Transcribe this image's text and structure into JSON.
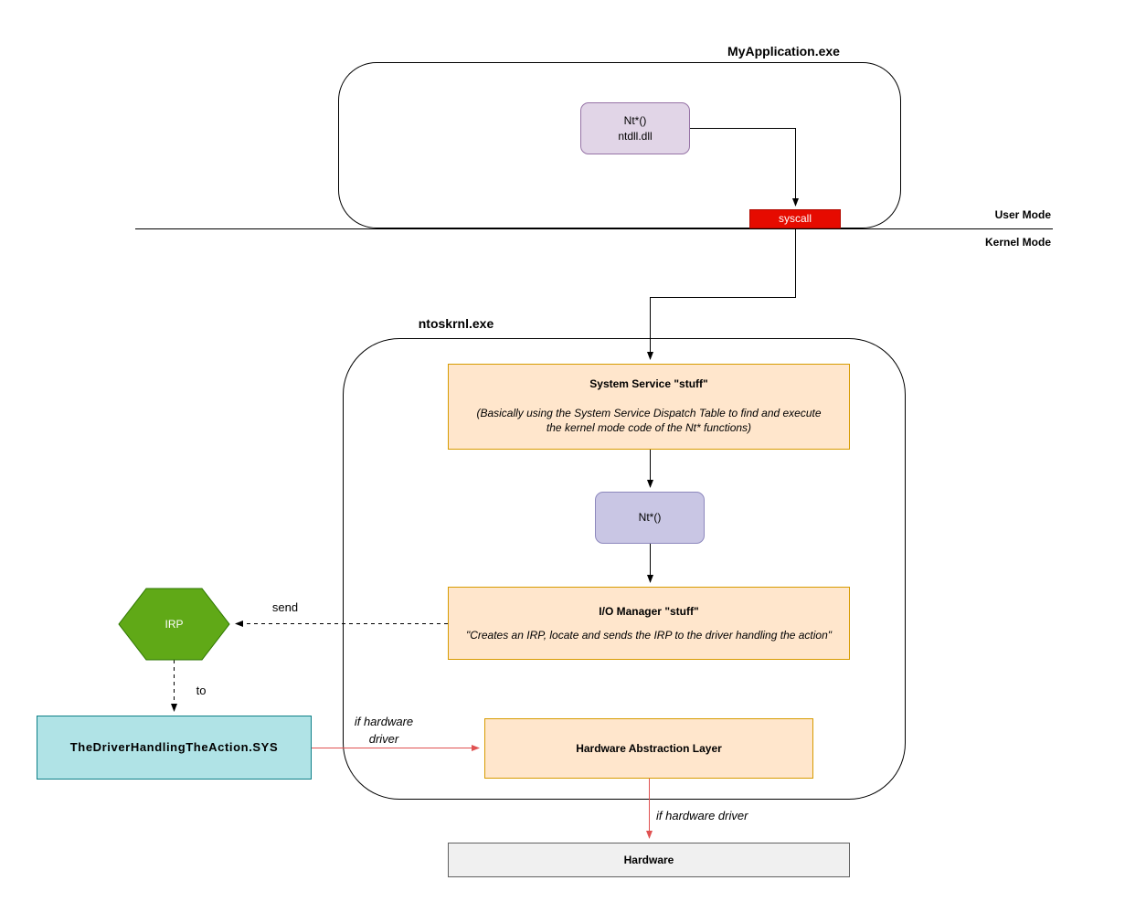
{
  "colors": {
    "orange_fill": "#ffe6cc",
    "orange_border": "#d79b00",
    "purple_fill": "#e1d5e7",
    "purple_border": "#9673a6",
    "lavender_fill": "#c9c6e4",
    "lavender_border": "#8d88bd",
    "syscall_red": "#e60b00",
    "green_fill": "#60a917",
    "green_border": "#2d7600",
    "cyan_fill": "#b0e3e6",
    "cyan_border": "#0e8088",
    "hardware_fill": "#f0f0f0",
    "arrow_black": "#000000",
    "arrow_red": "#e05252"
  },
  "labels": {
    "my_application": "MyApplication.exe",
    "user_mode": "User Mode",
    "kernel_mode": "Kernel Mode",
    "ntoskrnl": "ntoskrnl.exe",
    "send": "send",
    "to": "to",
    "if_hw_line1": "if  hardware",
    "if_hw_line2": "driver",
    "if_hw_full": "if  hardware driver"
  },
  "nodes": {
    "ntdll": {
      "line1": "Nt*()",
      "line2": "ntdll.dll"
    },
    "syscall": {
      "label": "syscall"
    },
    "system_service": {
      "title": "System Service \"stuff\"",
      "body": "(Basically using the System Service Dispatch Table to find and execute the kernel mode code of the Nt* functions)"
    },
    "nt_kernel": {
      "label": "Nt*()"
    },
    "io_manager": {
      "title": "I/O Manager \"stuff\"",
      "body": "\"Creates an IRP, locate and sends the IRP to the driver handling the action\""
    },
    "irp": {
      "label": "IRP"
    },
    "driver": {
      "label": "TheDriverHandlingTheAction.SYS"
    },
    "hal": {
      "label": "Hardware Abstraction Layer"
    },
    "hardware": {
      "label": "Hardware"
    }
  }
}
